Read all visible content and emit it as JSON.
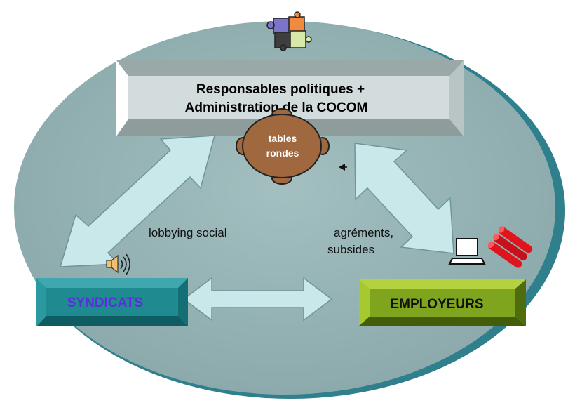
{
  "colors": {
    "ellipse_fill": "#93b0b1",
    "ellipse_edge": "#2f7f8c",
    "arrow_fill": "#c9e8ea",
    "arrow_stroke": "#7a9ca0",
    "top_box_face": "#d3dcdc",
    "syndicats_face": "#1f8a90",
    "syndicats_text": "#5b2ce0",
    "employeurs_face": "#7fa51e",
    "table_fill": "#a0683f",
    "red_icon": "#e0141c"
  },
  "top_box": {
    "line1": "Responsables politiques   +",
    "line2": "Administration de la COCOM"
  },
  "table": {
    "line1": "tables",
    "line2": "rondes"
  },
  "syndicats": {
    "label": "SYNDICATS"
  },
  "employeurs": {
    "label": "EMPLOYEURS"
  },
  "annotations": {
    "lobbying": "lobbying social",
    "agrements_line1": "agréments,",
    "agrements_line2": "subsides"
  },
  "icons": {
    "puzzle": "puzzle-icon",
    "speaker": "speaker-icon",
    "laptop": "laptop-icon",
    "red_bundle": "red-bundle-icon",
    "cursor": "cursor-icon"
  }
}
